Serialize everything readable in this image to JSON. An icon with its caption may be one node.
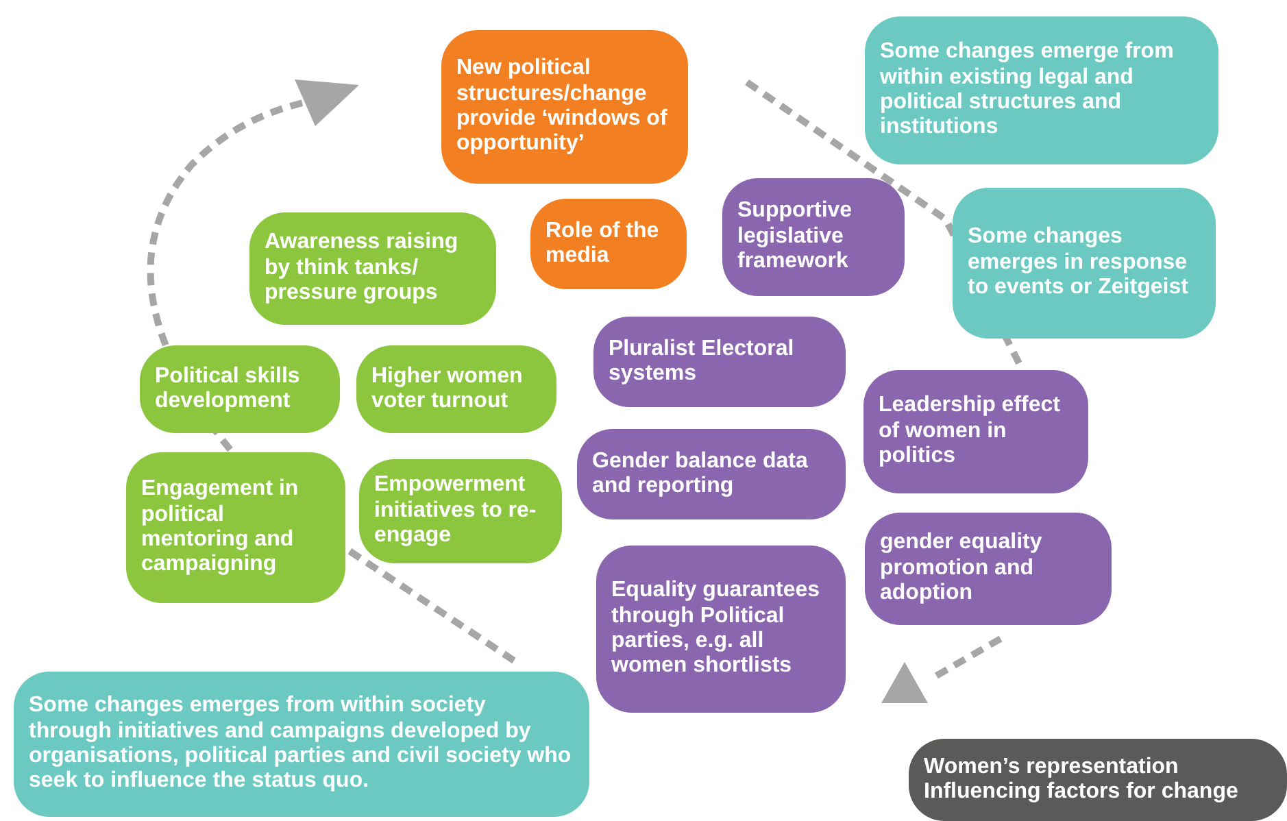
{
  "diagram": {
    "nodes": [
      {
        "text": [
          "New political structures/change provide ‘windows of  opportunity’"
        ]
      },
      {
        "text": [
          "Some changes emerge from within existing legal and political structures and institutions"
        ]
      },
      {
        "text": [
          "Awareness raising by think tanks/ pressure groups"
        ]
      },
      {
        "text": [
          "Role of the media"
        ]
      },
      {
        "text": [
          "Supportive legislative framework"
        ]
      },
      {
        "text": [
          "Some changes emerges in response to events or Zeitgeist"
        ]
      },
      {
        "text": [
          "Political skills development"
        ]
      },
      {
        "text": [
          "Higher women voter turnout"
        ]
      },
      {
        "text": [
          "Pluralist Electoral systems"
        ]
      },
      {
        "text": [
          "Leadership effect of women in politics"
        ]
      },
      {
        "text": [
          "Engagement in political mentoring and campaigning"
        ]
      },
      {
        "text": [
          "Gender balance data and reporting"
        ]
      },
      {
        "text": [
          "Empowerment initiatives to re-engage"
        ]
      },
      {
        "text": [
          "gender equality promotion and adoption"
        ]
      },
      {
        "text": [
          "Equality guarantees through Political parties,  e.g. all women shortlists"
        ]
      },
      {
        "text": [
          "Some changes emerges from within society through initiatives and campaigns developed by organisations, political parties and civil society who seek to influence the status quo."
        ]
      },
      {
        "text": [
          "Women’s representation Influencing factors for change"
        ]
      }
    ]
  }
}
